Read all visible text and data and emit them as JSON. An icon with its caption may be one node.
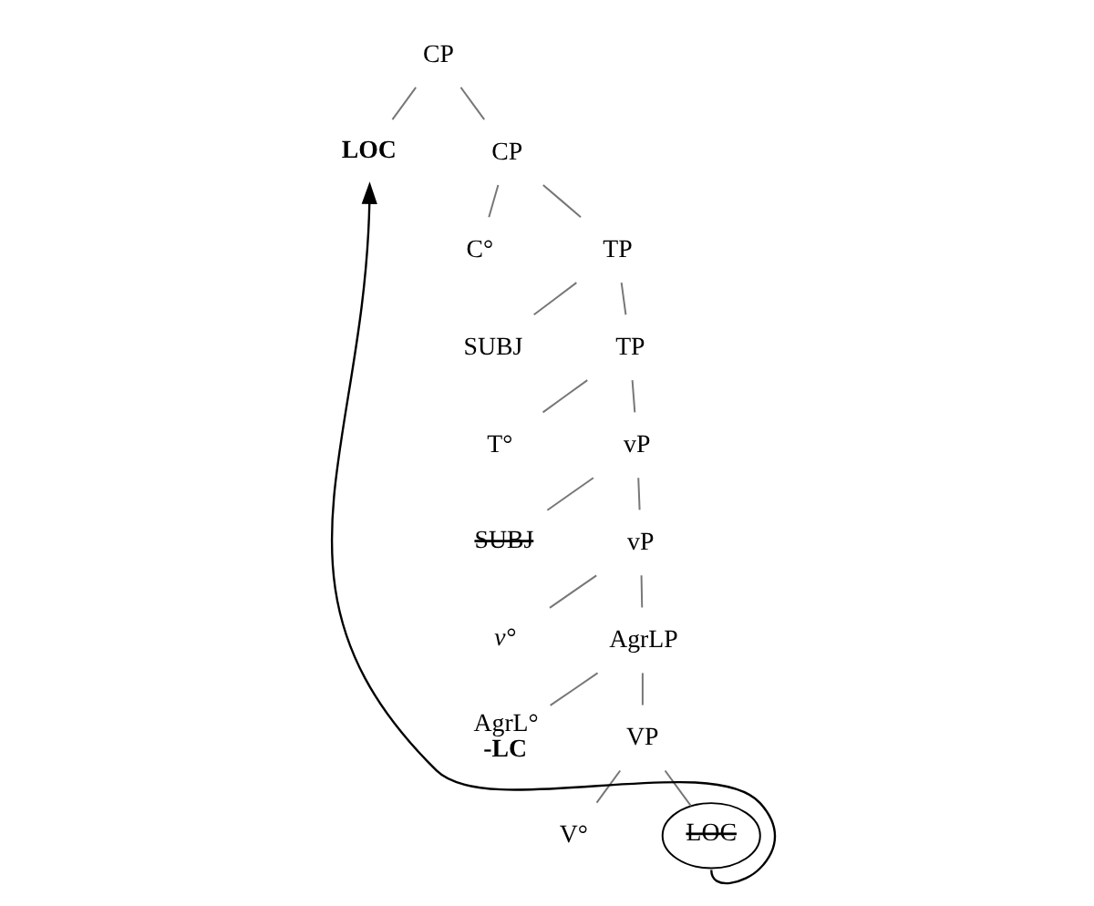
{
  "diagram": {
    "nodes": [
      {
        "text": [
          "CP"
        ]
      },
      {
        "text": [
          "LOC"
        ]
      },
      {
        "text": [
          "CP"
        ]
      },
      {
        "text": [
          "C°"
        ]
      },
      {
        "text": [
          "TP"
        ]
      },
      {
        "text": [
          "SUBJ"
        ]
      },
      {
        "text": [
          "TP"
        ]
      },
      {
        "text": [
          "T°"
        ]
      },
      {
        "text": [
          "vP"
        ]
      },
      {
        "text": [
          "SUBJ"
        ]
      },
      {
        "text": [
          "vP"
        ]
      },
      {
        "text": [
          "v°"
        ]
      },
      {
        "text": [
          "AgrLP"
        ]
      },
      {
        "text": [
          "AgrL°",
          "-LC"
        ]
      },
      {
        "text": [
          "VP"
        ]
      },
      {
        "text": [
          "V°"
        ]
      },
      {
        "text": [
          "LOC"
        ]
      }
    ],
    "edges": [
      {
        "from": 0,
        "to": 1,
        "arrow": "none"
      },
      {
        "from": 0,
        "to": 2,
        "arrow": "none"
      },
      {
        "from": 2,
        "to": 3,
        "arrow": "none"
      },
      {
        "from": 2,
        "to": 4,
        "arrow": "none"
      },
      {
        "from": 4,
        "to": 5,
        "arrow": "none"
      },
      {
        "from": 4,
        "to": 6,
        "arrow": "none"
      },
      {
        "from": 6,
        "to": 7,
        "arrow": "none"
      },
      {
        "from": 6,
        "to": 8,
        "arrow": "none"
      },
      {
        "from": 8,
        "to": 9,
        "arrow": "none"
      },
      {
        "from": 8,
        "to": 10,
        "arrow": "none"
      },
      {
        "from": 10,
        "to": 11,
        "arrow": "none"
      },
      {
        "from": 10,
        "to": 12,
        "arrow": "none"
      },
      {
        "from": 12,
        "to": 13,
        "arrow": "none"
      },
      {
        "from": 12,
        "to": 14,
        "arrow": "none"
      },
      {
        "from": 14,
        "to": 15,
        "arrow": "none"
      },
      {
        "from": 14,
        "to": 16,
        "arrow": "none"
      },
      {
        "from": 16,
        "to": 1,
        "arrow": "to",
        "color": "#000000"
      }
    ]
  }
}
